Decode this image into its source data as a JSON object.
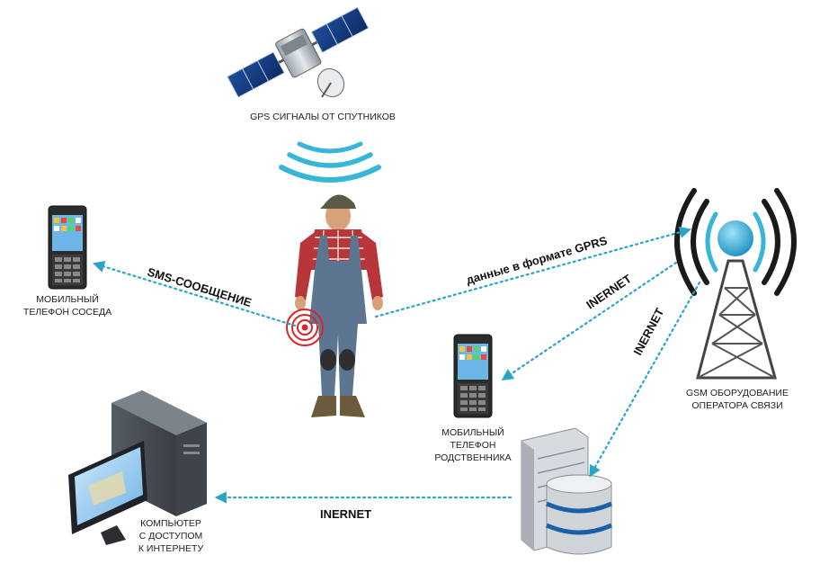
{
  "colors": {
    "link": "#2aa5c8",
    "wave": "#38b6d8",
    "signal_red": "#d8262c",
    "text": "#222222"
  },
  "labels": {
    "satellite": "GPS СИГНАЛЫ ОТ СПУТНИКОВ",
    "neighbor_phone": [
      "МОБИЛЬНЫЙ",
      "ТЕЛЕФОН СОСЕДА"
    ],
    "relative_phone": [
      "МОБИЛЬНЫЙ",
      "ТЕЛЕФОН",
      "РОДСТВЕННИКА"
    ],
    "tower": [
      "GSM ОБОРУДОВАНИЕ",
      "ОПЕРАТОРА СВЯЗИ"
    ],
    "computer": [
      "КОМПЬЮТЕР",
      "С ДОСТУПОМ",
      "К ИНТЕРНЕТУ"
    ]
  },
  "links": {
    "sms": "SMS-СООБЩЕНИЕ",
    "gprs": "данные в формате GPRS",
    "internet_relative": "INERNET",
    "internet_server": "INERNET",
    "internet_computer": "INERNET"
  },
  "icons": [
    "satellite-icon",
    "person-figure",
    "phone-icon",
    "tower-icon",
    "server-icon",
    "computer-icon"
  ]
}
